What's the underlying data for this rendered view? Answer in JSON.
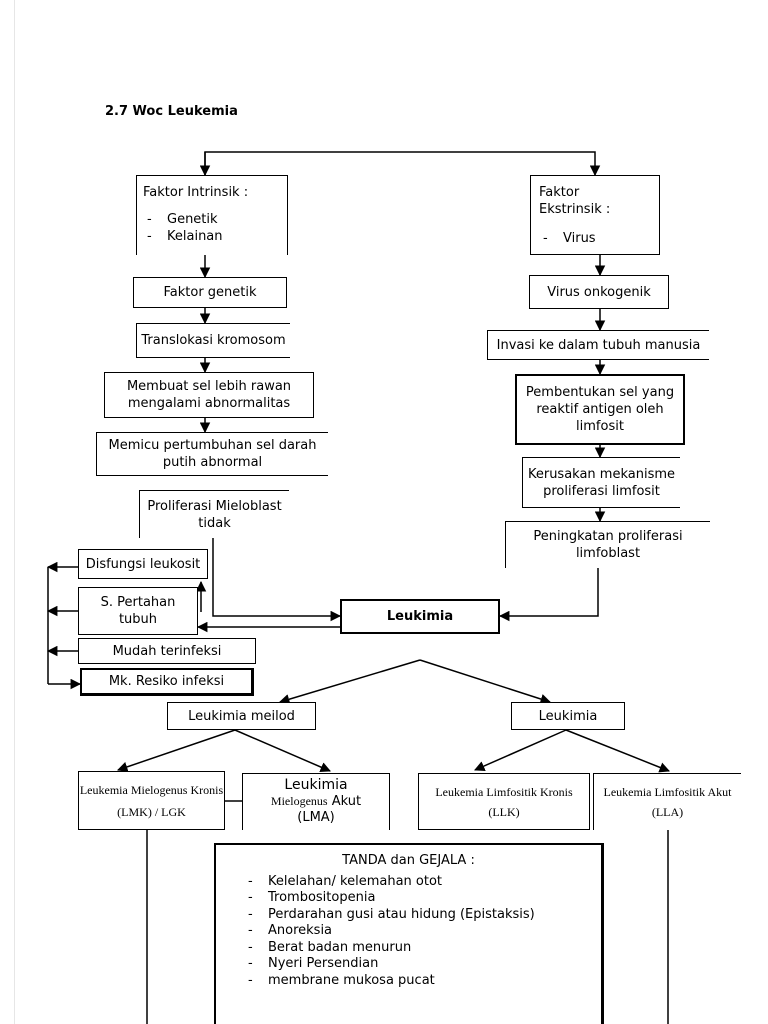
{
  "title": "2.7 Woc Leukemia",
  "nodes": {
    "faktor_intrinsik": {
      "heading": "Faktor Intrinsik :",
      "items": [
        "Genetik",
        "Kelainan"
      ]
    },
    "faktor_ekstrinsik": {
      "heading": "Faktor Ekstrinsik :",
      "items": [
        "Virus"
      ]
    },
    "faktor_genetik": "Faktor genetik",
    "translokasi": "Translokasi kromosom",
    "membuat_sel": "Membuat sel lebih rawan mengalami abnormalitas",
    "memicu": "Memicu pertumbuhan sel darah putih abnormal",
    "proliferasi_mieloblast": "Proliferasi Mieloblast tidak",
    "virus_onkogenik": "Virus onkogenik",
    "invasi": "Invasi ke dalam tubuh manusia",
    "pembentukan": "Pembentukan sel yang reaktif antigen oleh limfosit",
    "kerusakan": "Kerusakan mekanisme proliferasi limfosit",
    "peningkatan": "Peningkatan proliferasi limfoblast",
    "leukimia": "Leukimia",
    "disfungsi": "Disfungsi leukosit",
    "pertahanan": "S. Pertahan tubuh",
    "mudah_terinfeksi": "Mudah terinfeksi",
    "resiko": "Mk. Resiko infeksi",
    "leukimia_meilod": "Leukimia meilod",
    "leukimia_right": "Leukimia",
    "lmk": "Leukemia Mielogenus Kronis (LMK) / LGK",
    "lma": {
      "line1": "Leukimia",
      "line2_a": "Mielogenus",
      "line2_b": "Akut",
      "line3": "(LMA)"
    },
    "llk": "Leukemia Limfositik Kronis (LLK)",
    "lla": "Leukemia Limfositik Akut (LLA)",
    "tanda_gejala": {
      "heading": "TANDA dan GEJALA :",
      "items": [
        "Kelelahan/ kelemahan otot",
        "Trombositopenia",
        "Perdarahan gusi atau hidung (Epistaksis)",
        "Anoreksia",
        "Berat badan menurun",
        "Nyeri Persendian",
        "membrane mukosa pucat"
      ]
    }
  }
}
